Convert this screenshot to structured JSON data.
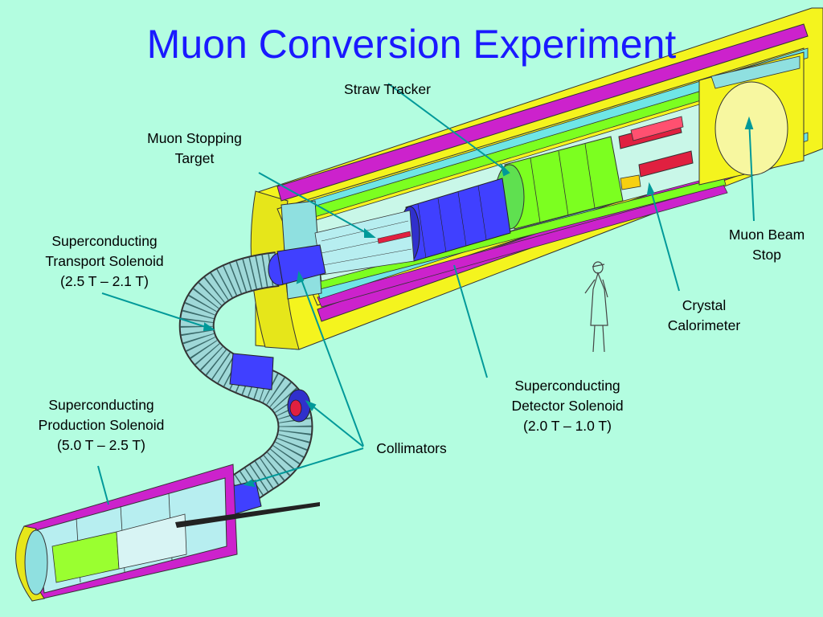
{
  "title": "Muon Conversion Experiment",
  "labels": {
    "straw_tracker": [
      "Straw Tracker"
    ],
    "stopping_target": [
      "Muon Stopping",
      "Target"
    ],
    "transport_solenoid": [
      "Superconducting",
      "Transport Solenoid",
      "(2.5 T – 2.1 T)"
    ],
    "production_solenoid": [
      "Superconducting",
      "Production Solenoid",
      "(5.0 T – 2.5 T)"
    ],
    "collimators": [
      "Collimators"
    ],
    "detector_solenoid": [
      "Superconducting",
      "Detector Solenoid",
      "(2.0 T – 1.0 T)"
    ],
    "crystal_calorimeter": [
      "Crystal",
      "Calorimeter"
    ],
    "beam_stop": [
      "Muon Beam",
      "Stop"
    ]
  },
  "colors": {
    "background": "#b3fde0",
    "title": "#1a1aff",
    "cryostat": "#f4f41e",
    "magnet_coils": "#cc22cc",
    "inner_shell": "#6fe6e6",
    "tracker": "#7cff20",
    "transport_coils": "#4040ff",
    "calorimeter": "#e02040",
    "leader_lines": "#009999"
  }
}
